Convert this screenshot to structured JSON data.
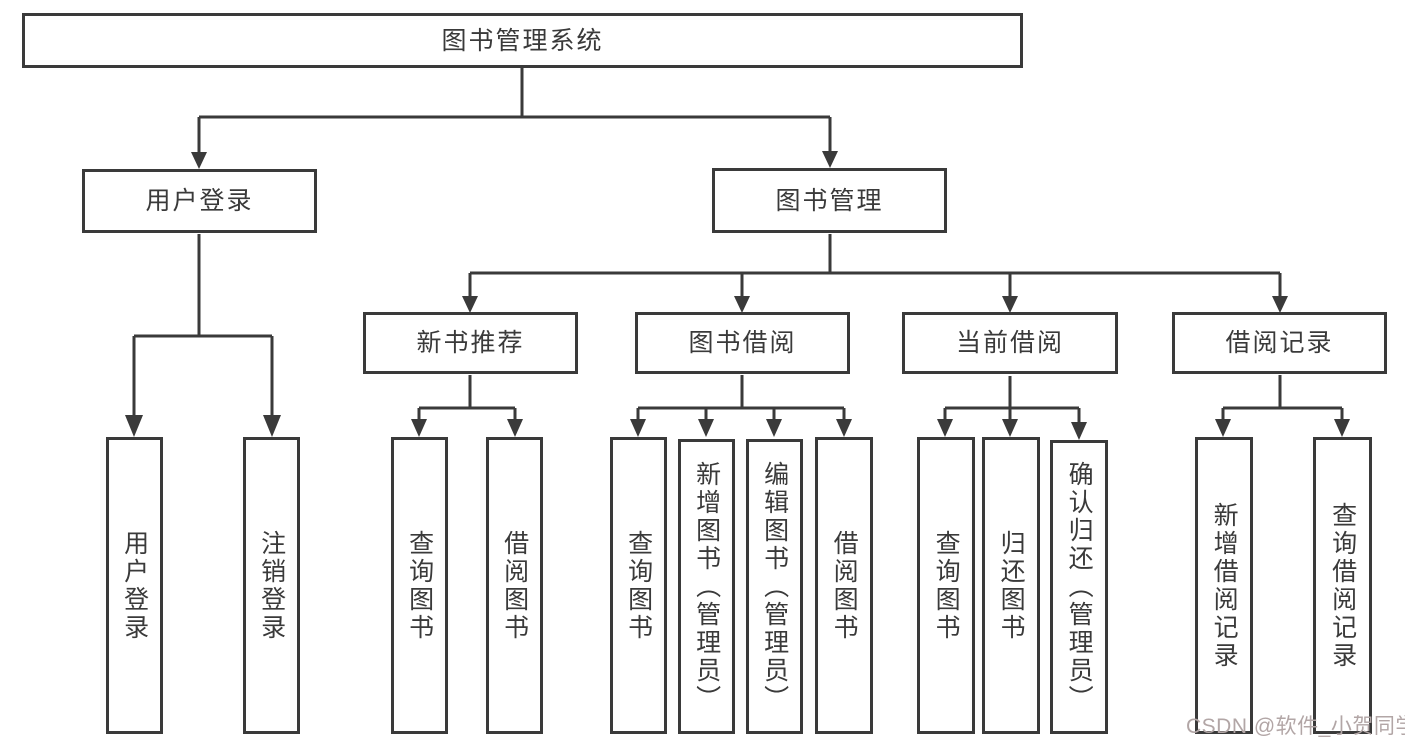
{
  "diagram": {
    "root": {
      "label": "图书管理系统"
    },
    "branches": [
      {
        "label": "用户登录",
        "children": [
          {
            "label": "用户登录"
          },
          {
            "label": "注销登录"
          }
        ]
      },
      {
        "label": "图书管理",
        "children": [
          {
            "label": "新书推荐",
            "children": [
              {
                "label": "查询图书"
              },
              {
                "label": "借阅图书"
              }
            ]
          },
          {
            "label": "图书借阅",
            "children": [
              {
                "label": "查询图书"
              },
              {
                "label": "新增图书（管理员）"
              },
              {
                "label": "编辑图书（管理员）"
              },
              {
                "label": "借阅图书"
              }
            ]
          },
          {
            "label": "当前借阅",
            "children": [
              {
                "label": "查询图书"
              },
              {
                "label": "归还图书"
              },
              {
                "label": "确认归还（管理员）"
              }
            ]
          },
          {
            "label": "借阅记录",
            "children": [
              {
                "label": "新增借阅记录"
              },
              {
                "label": "查询借阅记录"
              }
            ]
          }
        ]
      }
    ]
  },
  "watermark": {
    "text": "CSDN @软件_小贺同学",
    "color": "#b2a6a6"
  },
  "colors": {
    "line": "#3a3a3a",
    "text": "#3a3a3a",
    "box_background": "#ffffff"
  }
}
